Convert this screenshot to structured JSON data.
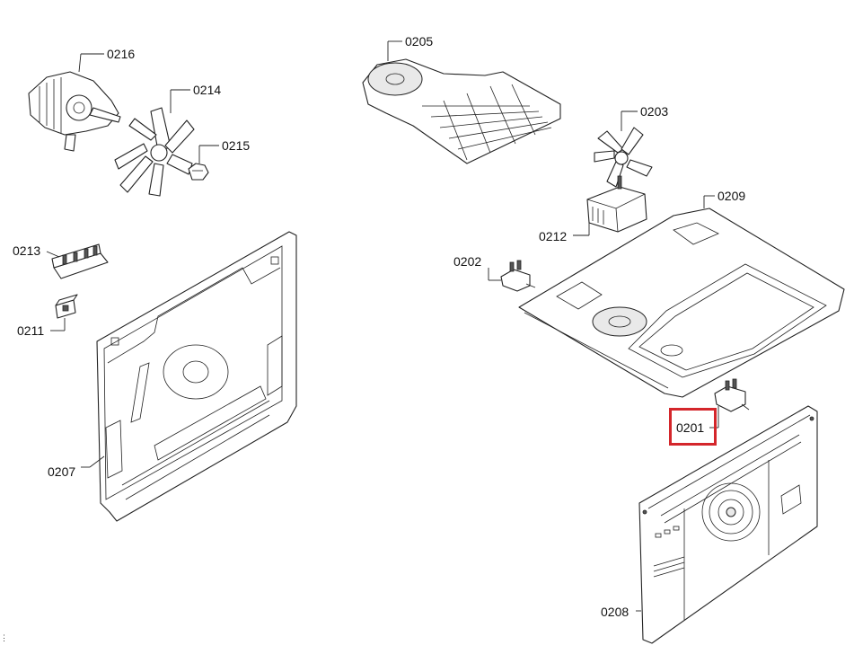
{
  "diagram": {
    "part_labels": {
      "p0216": "0216",
      "p0214": "0214",
      "p0215": "0215",
      "p0213": "0213",
      "p0211": "0211",
      "p0207": "0207",
      "p0205": "0205",
      "p0203": "0203",
      "p0209": "0209",
      "p0212": "0212",
      "p0202": "0202",
      "p0201": "0201",
      "p0208": "0208"
    },
    "highlighted_part": "0201",
    "highlight_color": "#d4262b",
    "corner_mark": "⋮"
  }
}
